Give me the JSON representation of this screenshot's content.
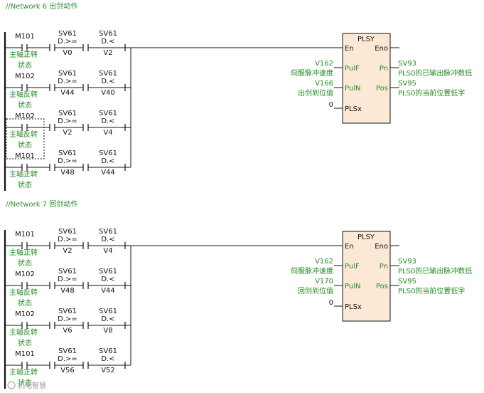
{
  "networks": [
    {
      "comment": "//Network 6  出剑动作",
      "rungs": [
        {
          "coil": "M101",
          "coil_label": [
            "主轴正转",
            "状态"
          ],
          "c1": {
            "op": "SV61",
            "cmp": "D.>=",
            "val": "V0"
          },
          "c2": {
            "op": "SV61",
            "cmp": "D.<",
            "val": "V2"
          }
        },
        {
          "coil": "M102",
          "coil_label": [
            "主轴反转",
            "状态"
          ],
          "c1": {
            "op": "SV61",
            "cmp": "D.>=",
            "val": "V44"
          },
          "c2": {
            "op": "SV61",
            "cmp": "D.<",
            "val": "V40"
          }
        },
        {
          "coil": "M102",
          "coil_label": [
            "主轴反转",
            "状态"
          ],
          "c1": {
            "op": "SV61",
            "cmp": "D.>=",
            "val": "V2"
          },
          "c2": {
            "op": "SV61",
            "cmp": "D.<",
            "val": "V4"
          }
        },
        {
          "coil": "M101",
          "coil_label": [
            "主轴正转",
            "状态"
          ],
          "c1": {
            "op": "SV61",
            "cmp": "D.>=",
            "val": "V48"
          },
          "c2": {
            "op": "SV61",
            "cmp": "D.<",
            "val": "V44"
          }
        }
      ],
      "block": {
        "title": "PLSY",
        "en": "En",
        "eno": "Eno",
        "pulf": "PulF",
        "puln": "PulN",
        "plsx": "PLSx",
        "pn": "Pn",
        "pos": "Pos",
        "in1": "V162",
        "in1_desc": "伺服脉冲速度",
        "in2": "V166",
        "in2_desc": "出剑到位值",
        "in3": "0",
        "out1": "SV93",
        "out1_desc": "PLS0的已输出脉冲数低",
        "out2": "SV95",
        "out2_desc": "PLS0的当前位置低字"
      }
    },
    {
      "comment": "//Network 7  回剑动作",
      "rungs": [
        {
          "coil": "M101",
          "coil_label": [
            "主轴正转",
            "状态"
          ],
          "c1": {
            "op": "SV61",
            "cmp": "D.>=",
            "val": "V2"
          },
          "c2": {
            "op": "SV61",
            "cmp": "D.<",
            "val": "V4"
          }
        },
        {
          "coil": "M102",
          "coil_label": [
            "主轴反转",
            "状态"
          ],
          "c1": {
            "op": "SV61",
            "cmp": "D.>=",
            "val": "V48"
          },
          "c2": {
            "op": "SV61",
            "cmp": "D.<",
            "val": "V44"
          }
        },
        {
          "coil": "M102",
          "coil_label": [
            "主轴反转",
            "状态"
          ],
          "c1": {
            "op": "SV61",
            "cmp": "D.>=",
            "val": "V6"
          },
          "c2": {
            "op": "SV61",
            "cmp": "D.<",
            "val": "V8"
          }
        },
        {
          "coil": "M101",
          "coil_label": [
            "主轴正转",
            "状态"
          ],
          "c1": {
            "op": "SV61",
            "cmp": "D.>=",
            "val": "V56"
          },
          "c2": {
            "op": "SV61",
            "cmp": "D.<",
            "val": "V52"
          }
        }
      ],
      "block": {
        "title": "PLSY",
        "en": "En",
        "eno": "Eno",
        "pulf": "PulF",
        "puln": "PulN",
        "plsx": "PLSx",
        "pn": "Pn",
        "pos": "Pos",
        "in1": "V162",
        "in1_desc": "伺服脉冲速度",
        "in2": "V170",
        "in2_desc": "回剑到位值",
        "in3": "0",
        "out1": "SV93",
        "out1_desc": "PLS0的已输出脉冲数低",
        "out2": "SV95",
        "out2_desc": "PLS0的当前位置低字"
      }
    }
  ],
  "watermark": "机电智慧",
  "colors": {
    "comment": "#2e8b2e",
    "desc": "#228b22",
    "block_fill": "#fbe9d6",
    "line": "#111111"
  }
}
